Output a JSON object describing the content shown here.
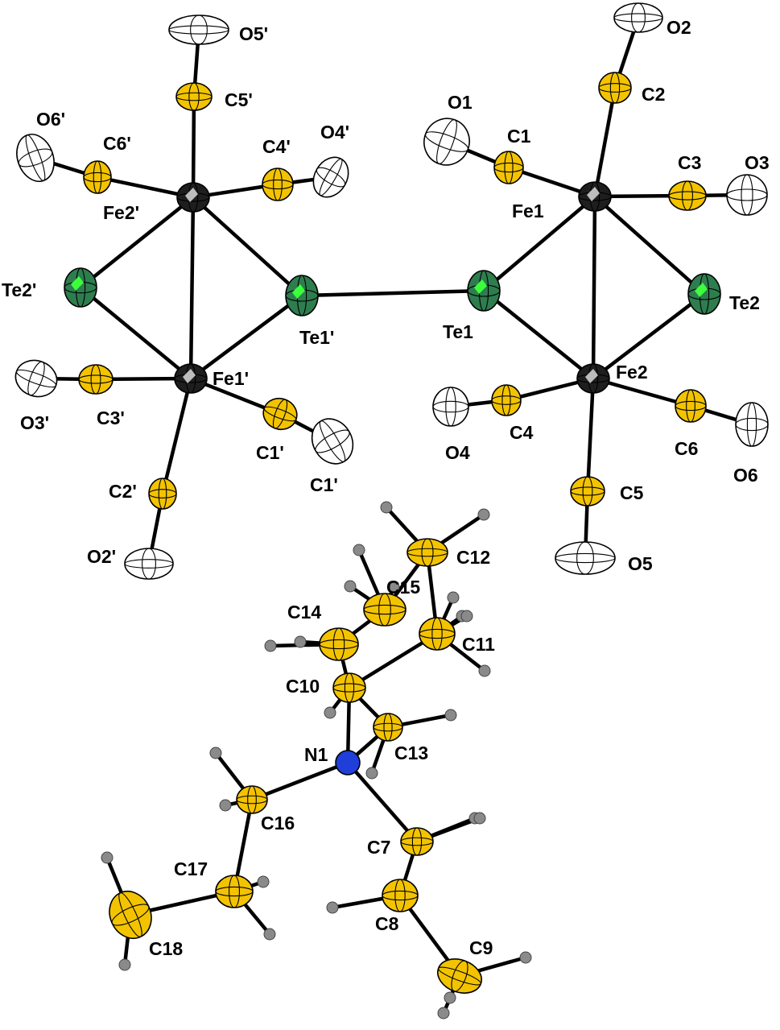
{
  "colors": {
    "Fe": "#1e1e1e",
    "Te": "#2e7d4f",
    "Te_highlight": "#3cff3c",
    "C": "#f3c300",
    "O": "#ffffff",
    "N": "#1f3fd8",
    "H": "#8a8a8a",
    "bond": "#000000"
  },
  "labels": {
    "O5p": "O5'",
    "C5p": "C5'",
    "O6p": "O6'",
    "C6p": "C6'",
    "C4p": "C4'",
    "O4p": "O4'",
    "Fe2p": "Fe2'",
    "Te2p": "Te2'",
    "Te1p": "Te1'",
    "Fe1p": "Fe1'",
    "C3p": "C3'",
    "O3p": "O3'",
    "C1p": "C1'",
    "O1p": "C1'",
    "C2p": "C2'",
    "O2p": "O2'",
    "O2": "O2",
    "C2": "C2",
    "O1": "O1",
    "C1": "C1",
    "C3": "C3",
    "O3": "O3",
    "Fe1": "Fe1",
    "Te1": "Te1",
    "Te2": "Te2",
    "Fe2": "Fe2",
    "C4": "C4",
    "O4": "O4",
    "C6": "C6",
    "O6": "O6",
    "C5": "C5",
    "O5": "O5",
    "C12": "C12",
    "C15": "C15",
    "C14": "C14",
    "C11": "C11",
    "C10": "C10",
    "N1": "N1",
    "C13": "C13",
    "C16": "C16",
    "C7": "C7",
    "C17": "C17",
    "C8": "C8",
    "C18": "C18",
    "C9": "C9"
  }
}
